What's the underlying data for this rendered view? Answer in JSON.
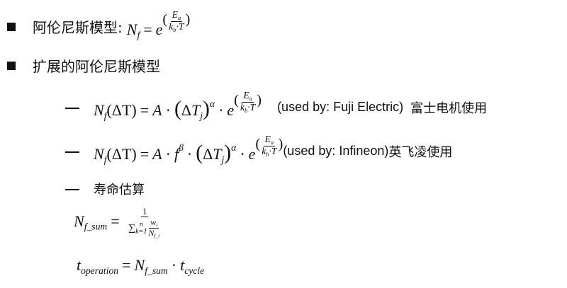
{
  "bullets": [
    {
      "text": "阿伦尼斯模型:"
    },
    {
      "text": "扩展的阿伦尼斯模型"
    }
  ],
  "notes": {
    "fuji_en": "(used by: Fuji Electric)",
    "fuji_cn": "富士电机使用",
    "infineon_en": "(used by: Infineon)",
    "infineon_cn": "英飞凌使用",
    "life_title": "寿命估算"
  }
}
